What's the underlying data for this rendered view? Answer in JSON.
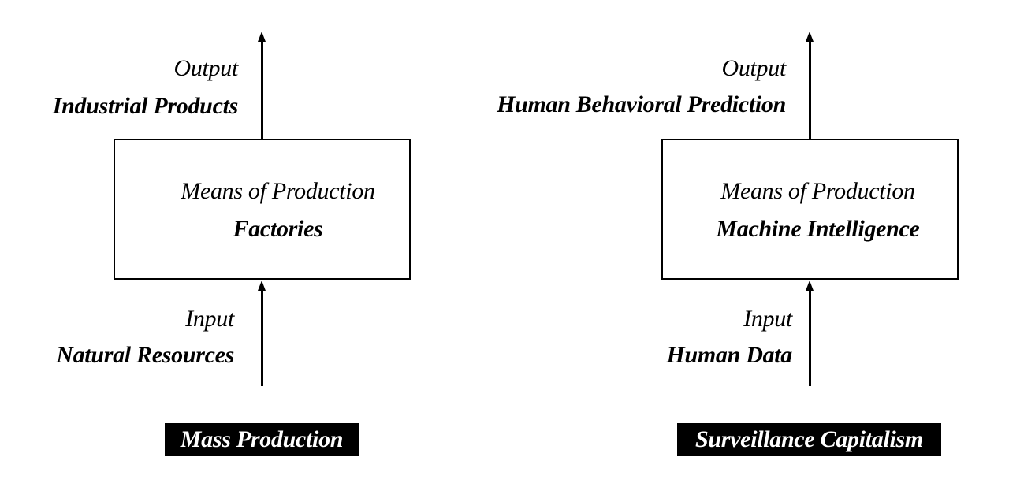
{
  "diagrams": [
    {
      "output_caption": "Output",
      "output_value": "Industrial Products",
      "box_caption": "Means of Production",
      "box_value": "Factories",
      "input_caption": "Input",
      "input_value": "Natural Resources",
      "tag": "Mass Production"
    },
    {
      "output_caption": "Output",
      "output_value": "Human Behavioral Prediction",
      "box_caption": "Means of Production",
      "box_value": "Machine Intelligence",
      "input_caption": "Input",
      "input_value": "Human Data",
      "tag": "Surveillance Capitalism"
    }
  ],
  "colors": {
    "foreground": "#000000",
    "background": "#ffffff",
    "tag_text": "#ffffff"
  }
}
